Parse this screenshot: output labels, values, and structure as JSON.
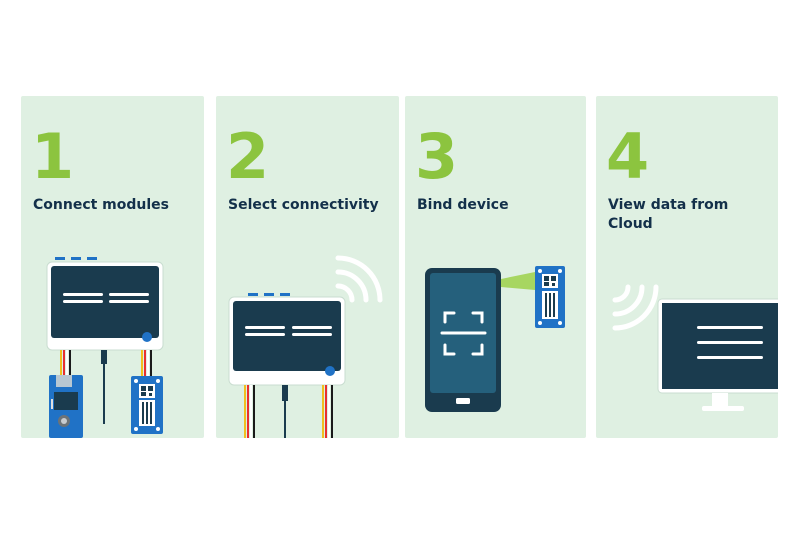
{
  "colors": {
    "panel_bg": "#dff0e2",
    "accent_green": "#8cc43f",
    "navy": "#13304a",
    "screen_dark": "#1a3b4e",
    "module_blue": "#2072c6",
    "signal_white": "#ffffff"
  },
  "steps": [
    {
      "number": "1",
      "title": "Connect modules"
    },
    {
      "number": "2",
      "title": "Select connectivity"
    },
    {
      "number": "3",
      "title": "Bind device"
    },
    {
      "number": "4",
      "title": "View data from Cloud"
    }
  ],
  "icons": {
    "step1": [
      "gateway-device-icon",
      "controller-board-icon",
      "sensor-module-icon",
      "cable-icon"
    ],
    "step2": [
      "wireless-signal-icon",
      "gateway-device-icon",
      "cable-icon"
    ],
    "step3": [
      "smartphone-icon",
      "qr-scan-icon",
      "sensor-module-icon"
    ],
    "step4": [
      "wireless-signal-icon",
      "monitor-icon"
    ]
  }
}
